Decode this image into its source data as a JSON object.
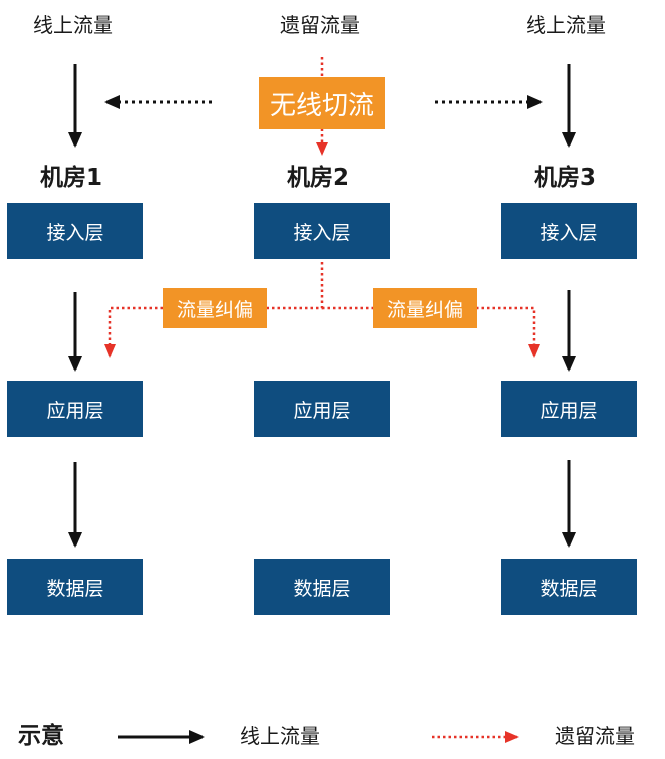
{
  "top_labels": {
    "left": "线上流量",
    "center": "遗留流量",
    "right": "线上流量"
  },
  "switch_tag": "无线切流",
  "rooms": [
    {
      "title": "机房1",
      "layers": [
        "接入层",
        "应用层",
        "数据层"
      ]
    },
    {
      "title": "机房2",
      "layers": [
        "接入层",
        "应用层",
        "数据层"
      ]
    },
    {
      "title": "机房3",
      "layers": [
        "接入层",
        "应用层",
        "数据层"
      ]
    }
  ],
  "correction_tags": [
    "流量纠偏",
    "流量纠偏"
  ],
  "legend": {
    "title": "示意",
    "online_label": "线上流量",
    "legacy_label": "遗留流量"
  },
  "colors": {
    "box_fill": "#0f4d7f",
    "tag_fill": "#f29426",
    "legacy_arrow": "#e63328",
    "online_arrow": "#111111"
  }
}
